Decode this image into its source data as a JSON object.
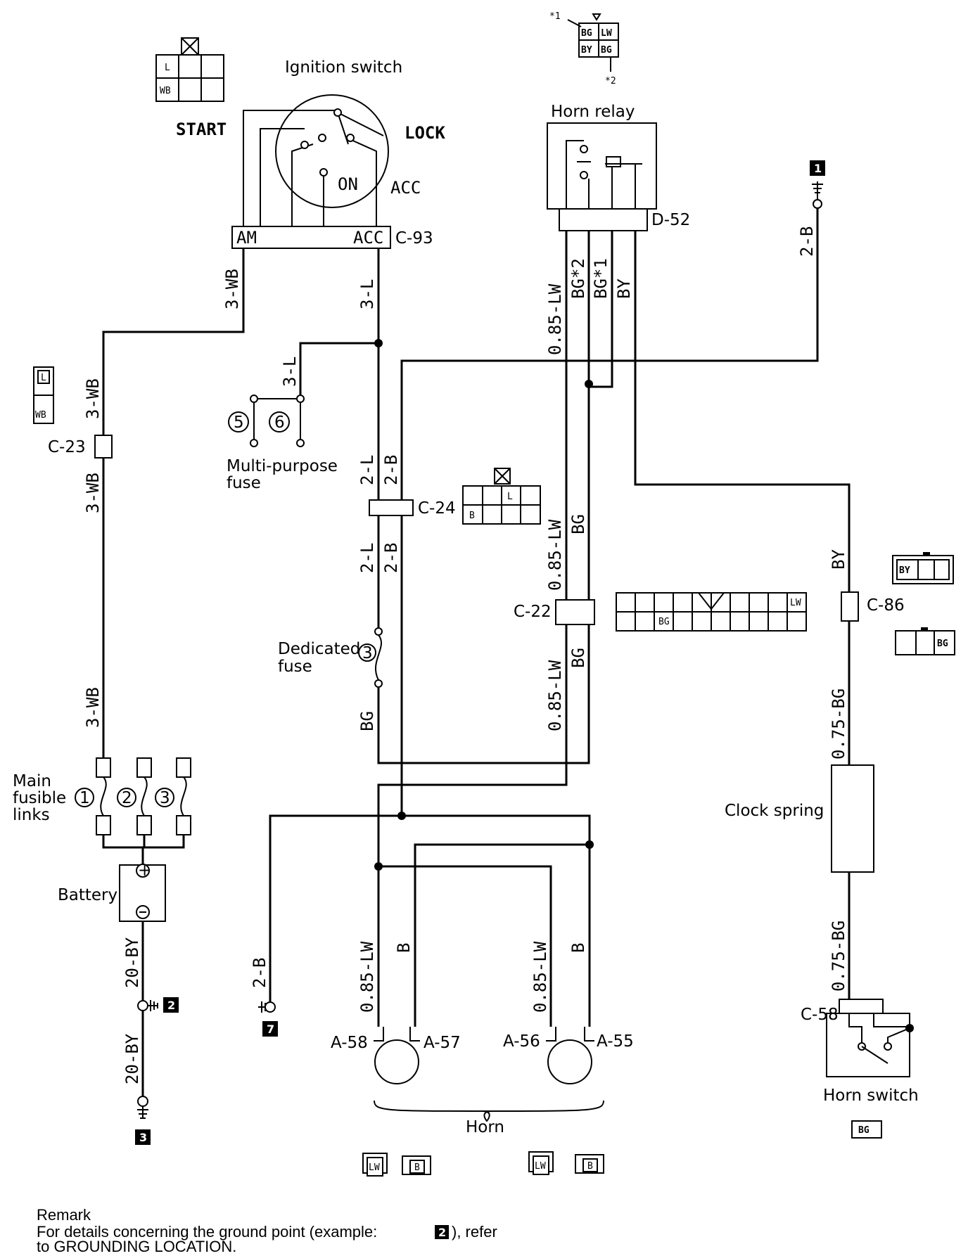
{
  "components": {
    "ignition_switch": "Ignition switch",
    "start": "START",
    "lock": "LOCK",
    "on": "ON",
    "acc": "ACC",
    "am_term": "AM",
    "acc_term": "ACC",
    "horn_relay": "Horn relay",
    "multi_purpose_fuse_1": "Multi-purpose",
    "multi_purpose_fuse_2": "fuse",
    "fuse5": "5",
    "fuse6": "6",
    "dedicated_fuse_1": "Dedicated",
    "dedicated_fuse_2": "fuse",
    "dedicated_num": "3",
    "main_fusible_1": "Main",
    "main_fusible_2": "fusible",
    "main_fusible_3": "links",
    "link1": "1",
    "link2": "2",
    "link3": "3",
    "battery": "Battery",
    "clock_spring": "Clock spring",
    "horn_switch": "Horn switch",
    "horn": "Horn"
  },
  "connectors": {
    "c93": "C-93",
    "d52": "D-52",
    "c23": "C-23",
    "c24": "C-24",
    "c22": "C-22",
    "c86": "C-86",
    "c58": "C-58",
    "a58": "A-58",
    "a57": "A-57",
    "a56": "A-56",
    "a55": "A-55"
  },
  "wires": {
    "w_3wb_a": "3-WB",
    "w_3wb_b": "3-WB",
    "w_3wb_c": "3-WB",
    "w_3wb_d": "3-WB",
    "w_3l_a": "3-L",
    "w_3l_b": "3-L",
    "w_2l_a": "2-L",
    "w_2b_a": "2-B",
    "w_2l_b": "2-L",
    "w_2b_b": "2-B",
    "w_bg_fuse": "BG",
    "w_085lw_a": "0.85-LW",
    "w_bg2": "BG*2",
    "w_bg1": "BG*1",
    "w_by_a": "BY",
    "w_085lw_b": "0.85-LW",
    "w_bg_b": "BG",
    "w_085lw_c": "0.85-LW",
    "w_bg_c": "BG",
    "w_2b_gnd1": "2-B",
    "w_by_b": "BY",
    "w_075bg_a": "0.75-BG",
    "w_075bg_b": "0.75-BG",
    "w_20by_a": "20-BY",
    "w_20by_b": "20-BY",
    "w_2b_gnd7": "2-B",
    "w_085lw_d": "0.85-LW",
    "w_b_d": "B",
    "w_085lw_e": "0.85-LW",
    "w_b_e": "B"
  },
  "grounds": {
    "g1": "1",
    "g2": "2",
    "g3": "3",
    "g7": "7"
  },
  "connector_faces": {
    "ign_l": "L",
    "ign_wb": "WB",
    "c23_l": "L",
    "c23_wb": "WB",
    "relay_bg1": "BG",
    "relay_lw": "LW",
    "relay_by": "BY",
    "relay_bg2": "BG",
    "star1": "*1",
    "star2": "*2",
    "c24_l": "L",
    "c24_b": "B",
    "c22_bg": "BG",
    "c22_lw": "LW",
    "c86_by": "BY",
    "c86_bg": "BG",
    "hs_bg": "BG",
    "horn_lw1": "LW",
    "horn_b1": "B",
    "horn_lw2": "LW",
    "horn_b2": "B"
  },
  "remark": {
    "title": "Remark",
    "line1_a": "For details concerning the ground point (example: ",
    "line1_num": "2",
    "line1_b": "), refer",
    "line2": "to GROUNDING LOCATION."
  }
}
